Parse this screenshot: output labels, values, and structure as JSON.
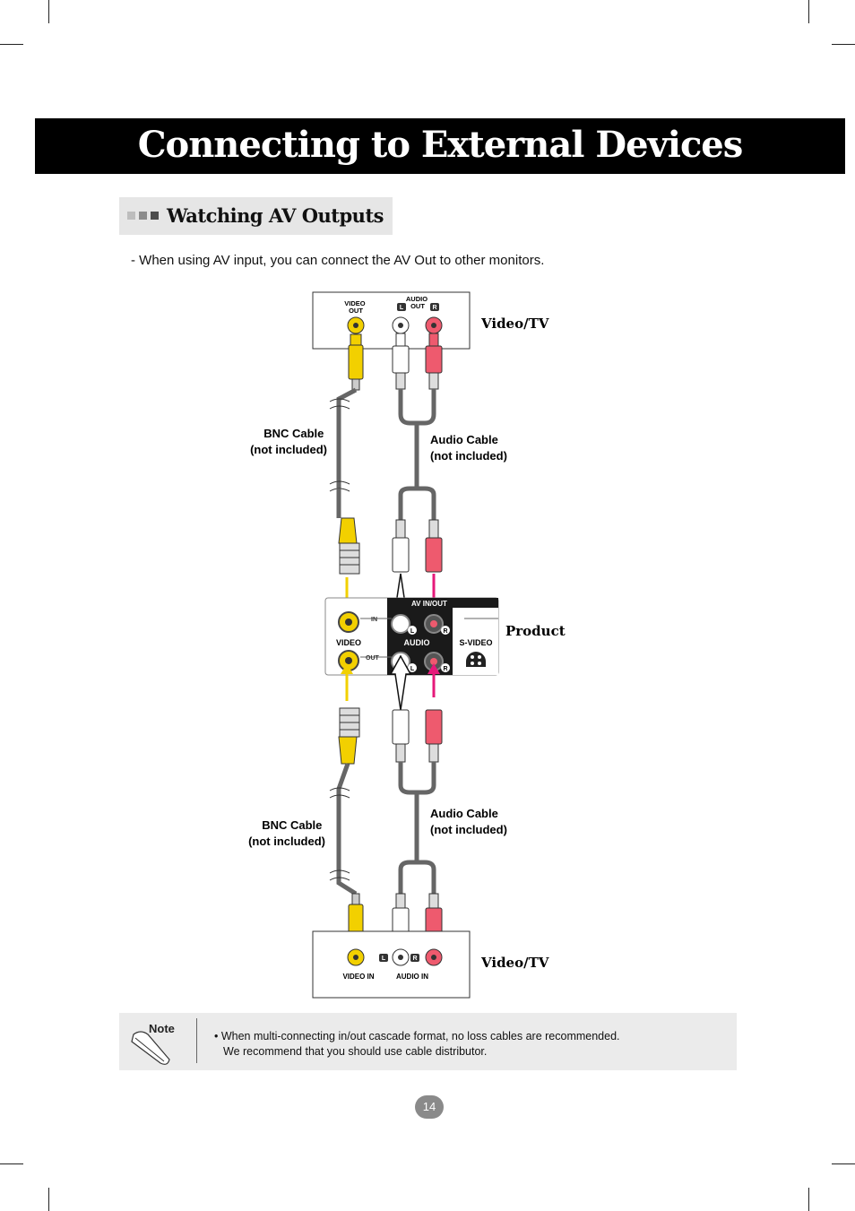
{
  "header": {
    "title": "Connecting to External Devices"
  },
  "section": {
    "title": "Watching AV Outputs"
  },
  "intro": "- When using AV input, you can connect the AV Out to other monitors.",
  "diagram": {
    "top_device": {
      "label": "Video/TV",
      "video_out": [
        "VIDEO",
        "OUT"
      ],
      "audio_out": [
        "AUDIO",
        "OUT"
      ],
      "left": "L",
      "right": "R"
    },
    "bnc_cable_top": [
      "BNC Cable",
      "(not included)"
    ],
    "audio_cable_top": [
      "Audio Cable",
      "(not included)"
    ],
    "product": {
      "label": "Product",
      "panel_title": "AV IN/OUT",
      "video": "VIDEO",
      "audio": "AUDIO",
      "svideo": "S-VIDEO",
      "in": "IN",
      "out": "OUT",
      "left": "L",
      "right": "R"
    },
    "bnc_cable_bottom": [
      "BNC Cable",
      "(not included)"
    ],
    "audio_cable_bottom": [
      "Audio Cable",
      "(not included)"
    ],
    "bottom_device": {
      "label": "Video/TV",
      "video_in": "VIDEO IN",
      "audio_in": "AUDIO IN",
      "left": "L",
      "right": "R"
    }
  },
  "note": {
    "label": "Note",
    "line1": "• When multi-connecting in/out cascade format, no loss cables are recommended.",
    "line2": "We recommend that you should use cable distributor."
  },
  "page_number": "14",
  "colors": {
    "video": "#f2d000",
    "right_audio": "#ee5a6e",
    "left_audio": "#ffffff",
    "arrow_pink": "#e6197a",
    "cable": "#666666"
  }
}
